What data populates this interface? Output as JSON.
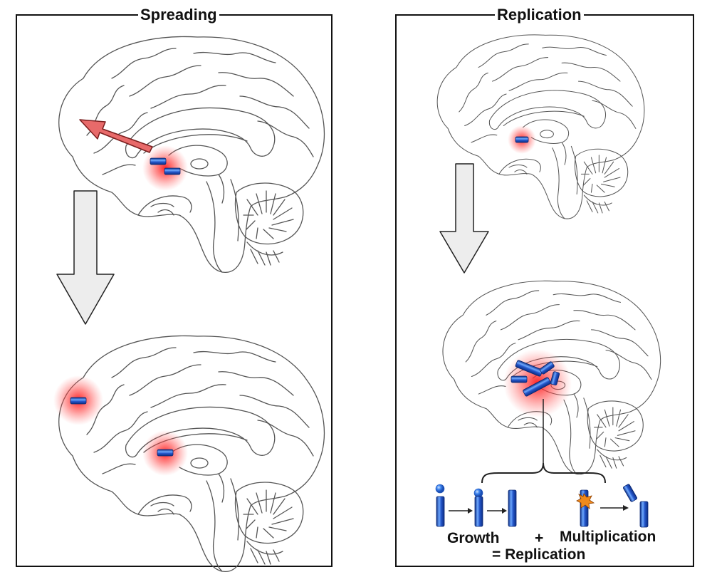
{
  "panels": {
    "left": {
      "title": "Spreading"
    },
    "right": {
      "title": "Replication"
    }
  },
  "legend": {
    "growth": "Growth",
    "plus": "+",
    "multiplication": "Multiplication",
    "equals": "= Replication"
  },
  "colors": {
    "outline": "#555555",
    "glow": "#ff2a2a",
    "fibril": "#1e4fbf",
    "fibril_highlight": "#6ea8ff",
    "down_arrow_fill": "#ededed",
    "spread_arrow": "#e86a6a",
    "burst": "#f08a1c"
  }
}
